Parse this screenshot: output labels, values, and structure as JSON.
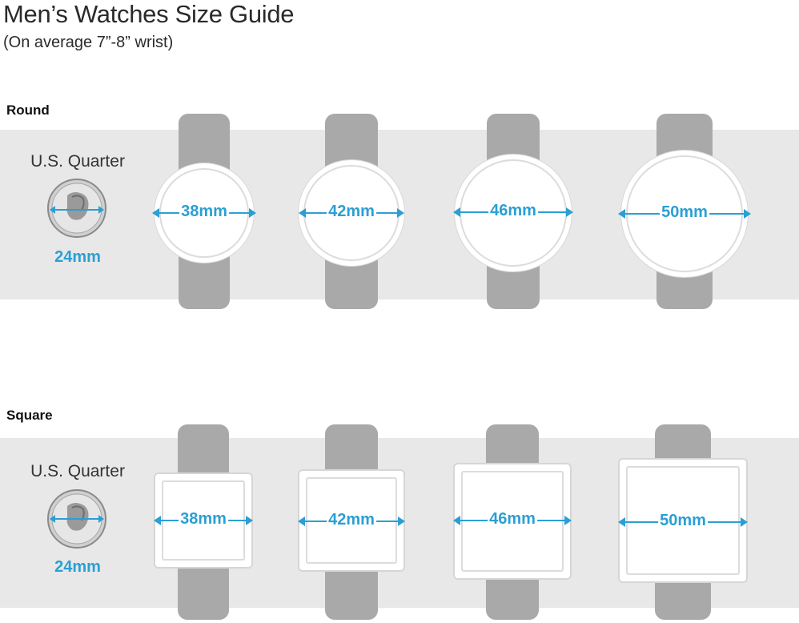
{
  "title": "Men’s Watches Size Guide",
  "subtitle": "(On average 7”-8” wrist)",
  "colors": {
    "accent": "#2b9fd3",
    "band": "#e8e8e8",
    "strap": "#a9a9a9"
  },
  "sections": [
    {
      "label": "Round",
      "shape": "round",
      "coin": {
        "label": "U.S. Quarter",
        "size": "24mm",
        "icon": "quarter-coin-icon"
      },
      "watches": [
        {
          "size_mm": 38,
          "label": "38mm"
        },
        {
          "size_mm": 42,
          "label": "42mm"
        },
        {
          "size_mm": 46,
          "label": "46mm"
        },
        {
          "size_mm": 50,
          "label": "50mm"
        }
      ]
    },
    {
      "label": "Square",
      "shape": "square",
      "coin": {
        "label": "U.S. Quarter",
        "size": "24mm",
        "icon": "quarter-coin-icon"
      },
      "watches": [
        {
          "size_mm": 38,
          "label": "38mm"
        },
        {
          "size_mm": 42,
          "label": "42mm"
        },
        {
          "size_mm": 46,
          "label": "46mm"
        },
        {
          "size_mm": 50,
          "label": "50mm"
        }
      ]
    }
  ]
}
